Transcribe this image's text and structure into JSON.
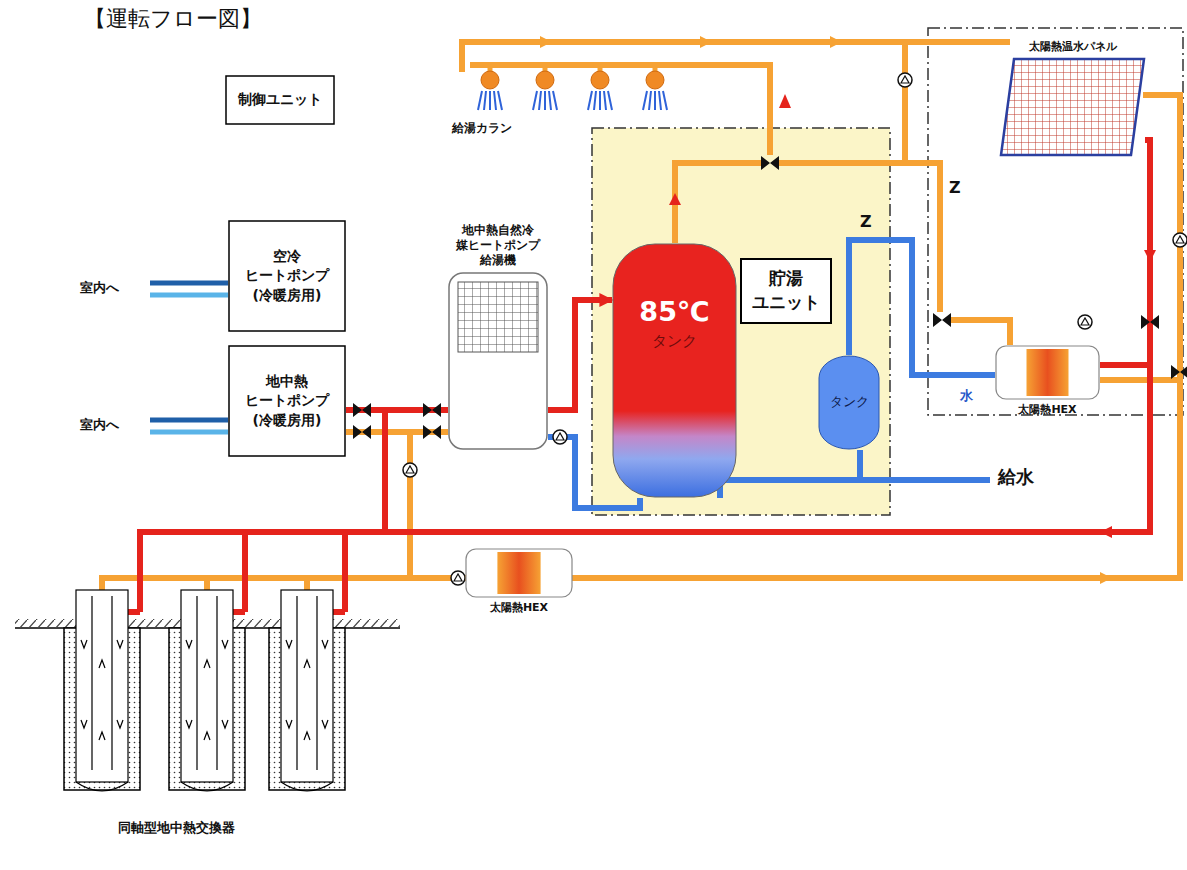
{
  "diagram": {
    "title": "【運転フロー図】",
    "nodes": [
      {
        "text": [
          "制御ユニット"
        ]
      },
      {
        "text": [
          "空冷 ヒートポンプ (冷暖房用)"
        ]
      },
      {
        "text": [
          "地中熱 ヒートポンプ (冷暖房用)"
        ]
      },
      {
        "text": [
          "地中熱自然冷 媒ヒートポンプ 給湯機"
        ]
      },
      {
        "text": [
          "85℃",
          "タンク"
        ]
      },
      {
        "text": [
          "貯湯 ユニット"
        ]
      },
      {
        "text": [
          "タンク"
        ]
      },
      {
        "text": [
          "太陽熱温水パネル"
        ]
      },
      {
        "text": [
          "太陽熱HEX"
        ]
      },
      {
        "text": [
          "太陽熱HEX"
        ]
      }
    ],
    "edges": [
      {
        "from": 2,
        "to": 3,
        "arrow": "none"
      },
      {
        "from": 3,
        "to": 4,
        "arrow": "to"
      },
      {
        "from": 4,
        "to": 3,
        "arrow": "none"
      },
      {
        "from": 6,
        "to": 8,
        "arrow": "none"
      },
      {
        "from": 7,
        "to": 8,
        "arrow": "none"
      }
    ],
    "labels": [
      "室内へ",
      "室内へ",
      "給湯カラン",
      "Z",
      "Z",
      "水",
      "給水",
      "同軸型地中熱交換器"
    ]
  }
}
